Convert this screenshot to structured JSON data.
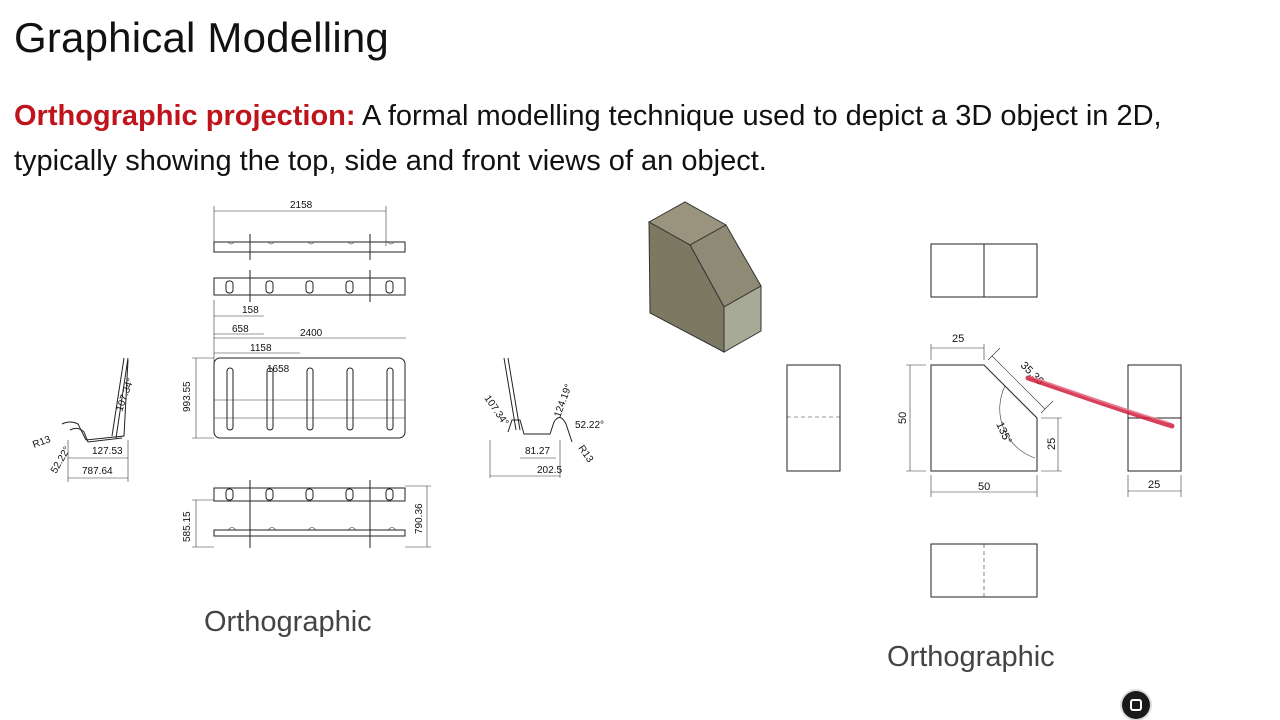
{
  "slide": {
    "title": "Graphical Modelling",
    "term": "Orthographic projection:",
    "definition": " A formal modelling technique used to depict a 3D object in 2D, typically showing the top, side and front views of an object.",
    "caption_left": "Orthographic",
    "caption_right": "Orthographic",
    "accent_color": "#c0141c"
  },
  "left_drawing": {
    "dims": [
      "2158",
      "158",
      "658",
      "2400",
      "1158",
      "1658",
      "993.55",
      "585.15",
      "790.36"
    ],
    "left_side": [
      "R13",
      "107.34°",
      "127.53",
      "787.64",
      "52.22°"
    ],
    "right_side": [
      "107.34°",
      "124.19°",
      "52.22°",
      "81.27",
      "202.5",
      "R13"
    ]
  },
  "right_drawing": {
    "dims": [
      "25",
      "35.36",
      "50",
      "135°",
      "25",
      "50",
      "25"
    ]
  },
  "annotation": {
    "color": "#d11f3c"
  },
  "nav_button": {
    "icon": "slide-nav-icon"
  }
}
